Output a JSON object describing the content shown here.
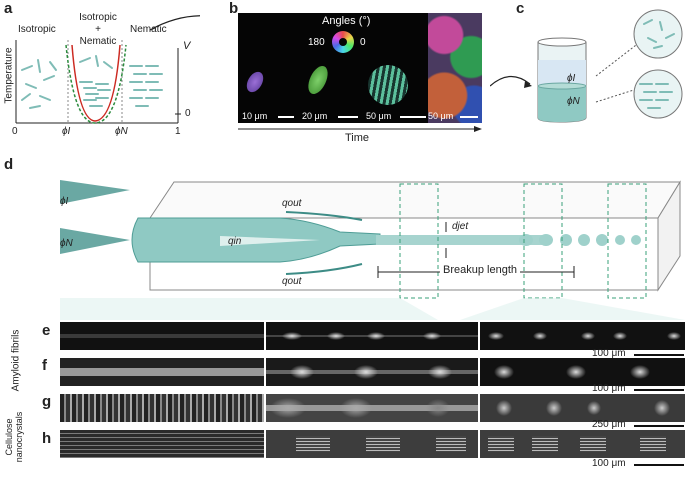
{
  "panel_a": {
    "label": "a",
    "region_isotropic": "Isotropic",
    "region_mixed": "Isotropic\n+\nNematic",
    "region_nematic": "Nematic",
    "y_axis_label": "Temperature",
    "x_zero": "0",
    "x_phi_i": "ϕI",
    "x_phi_n": "ϕN",
    "x_one": "1",
    "right_axis_v": "V",
    "right_axis_zero": "0"
  },
  "panel_b": {
    "label": "b",
    "angles_title": "Angles (°)",
    "angle_180": "180",
    "angle_0": "0",
    "scalebars": [
      "10 μm",
      "20 μm",
      "50 μm",
      "50 μm"
    ],
    "x_axis": "Time"
  },
  "panel_c": {
    "label": "c",
    "phi_i": "ϕI",
    "phi_n": "ϕN"
  },
  "panel_d": {
    "label": "d",
    "phi_i": "ϕI",
    "phi_n": "ϕN",
    "q_out_top": "qout",
    "q_in": "qin",
    "q_out_bottom": "qout",
    "d_jet": "djet",
    "breakup": "Breakup length"
  },
  "rows": {
    "e": {
      "label": "e",
      "scalebar": "100 μm"
    },
    "f": {
      "label": "f",
      "scalebar": "100 μm"
    },
    "g": {
      "label": "g",
      "scalebar": "250 μm"
    },
    "h": {
      "label": "h",
      "scalebar": "100 μm"
    }
  },
  "side_labels": {
    "amyloid": "Amyloid fibrils",
    "cellulose": "Cellulose nanocrystals"
  },
  "colors": {
    "teal": "#8fc9c3",
    "teal_dark": "#4f9d96",
    "arrow": "#3d8c86",
    "red_curve": "#cc2a22",
    "green_curve": "#2b8b3d"
  }
}
